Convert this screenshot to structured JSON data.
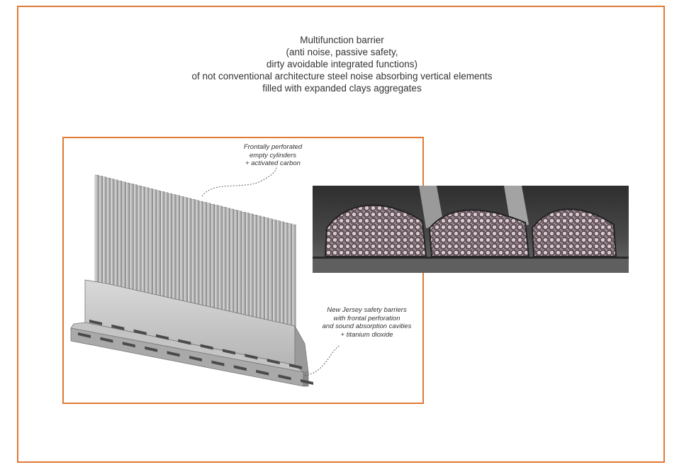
{
  "title": {
    "lines": [
      "Multifunction barrier",
      "(anti noise, passive safety,",
      "dirty avoidable integrated functions)",
      "of not conventional architecture steel noise absorbing vertical elements",
      "filled with expanded clays aggregates"
    ]
  },
  "annotations": {
    "cylinders": {
      "lines": [
        "Frontally perforated",
        "empty cylinders",
        "+ activated carbon"
      ]
    },
    "jersey": {
      "lines": [
        "New Jersey safety barriers",
        "with frontal perforation",
        "and  sound absorption cavities",
        "+ titanium dioxide"
      ]
    }
  },
  "colors": {
    "frame": "#e07a35",
    "barrier": "#cfcfcf",
    "photo_bg": "#3b3b3b"
  }
}
